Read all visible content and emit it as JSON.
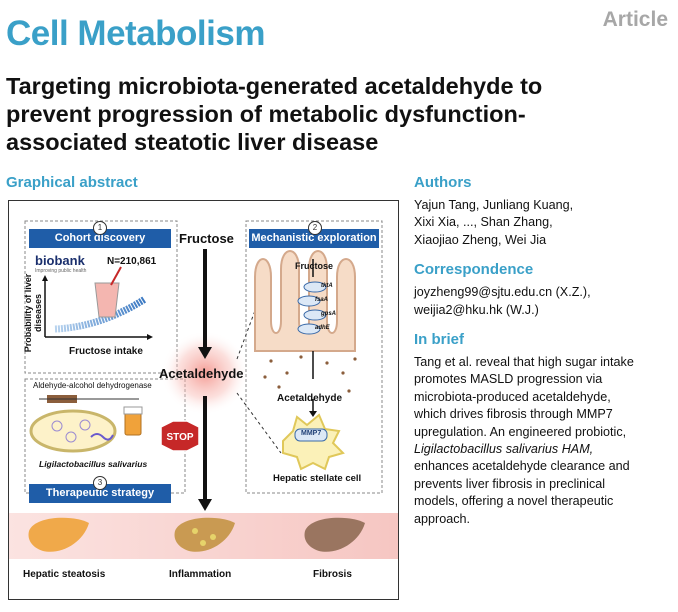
{
  "header": {
    "journal": "Cell Metabolism",
    "article_type": "Article",
    "title_lines": [
      "Targeting microbiota-generated acetaldehyde to",
      "prevent progression of metabolic dysfunction-",
      "associated steatotic liver disease"
    ]
  },
  "graphical_abstract": {
    "heading": "Graphical abstract",
    "panel1": {
      "number": "1",
      "title": "Cohort discovery",
      "logo": "biobank",
      "logo_subtitle": "Improving public health",
      "n": "N=210,861",
      "ylabel": "Probability of liver diseases",
      "xlabel": "Fructose intake"
    },
    "panel2": {
      "number": "2",
      "title": "Mechanistic exploration",
      "fructose": "Fructose",
      "genes": [
        "tktA",
        "fsaA",
        "gpsA",
        "adhE"
      ],
      "acetaldehyde": "Acetaldehyde",
      "mmp7": "MMP7",
      "cell": "Hepatic stellate cell"
    },
    "panel3": {
      "number": "3",
      "title": "Therapeutic strategy",
      "enzyme": "Aldehyde-alcohol dehydrogenase",
      "bacterium": "Ligilactobacillus salivarius",
      "stop": "STOP"
    },
    "center": {
      "fructose": "Fructose",
      "acetaldehyde": "Acetaldehyde"
    },
    "stages": [
      "Hepatic steatosis",
      "Inflammation",
      "Fibrosis"
    ]
  },
  "authors": {
    "heading": "Authors",
    "lines": [
      "Yajun Tang, Junliang Kuang,",
      "Xixi Xia, ..., Shan Zhang,",
      "Xiaojiao Zheng, Wei Jia"
    ]
  },
  "correspondence": {
    "heading": "Correspondence",
    "lines": [
      "joyzheng99@sjtu.edu.cn (X.Z.),",
      "weijia2@hku.hk (W.J.)"
    ]
  },
  "in_brief": {
    "heading": "In brief",
    "lines": [
      "Tang et al. reveal that high sugar intake",
      "promotes MASLD progression via",
      "microbiota-produced acetaldehyde,",
      "which drives fibrosis through MMP7",
      "upregulation. An engineered probiotic,",
      "Ligilactobacillus salivarius HAM,",
      "enhances acetaldehyde clearance and",
      "prevents liver fibrosis in preclinical",
      "models, offering a novel therapeutic",
      "approach."
    ]
  },
  "colors": {
    "accent": "#3aa0c8",
    "panel_header": "#1f5da8",
    "stop": "#c62828",
    "glow": "#f28b82"
  }
}
